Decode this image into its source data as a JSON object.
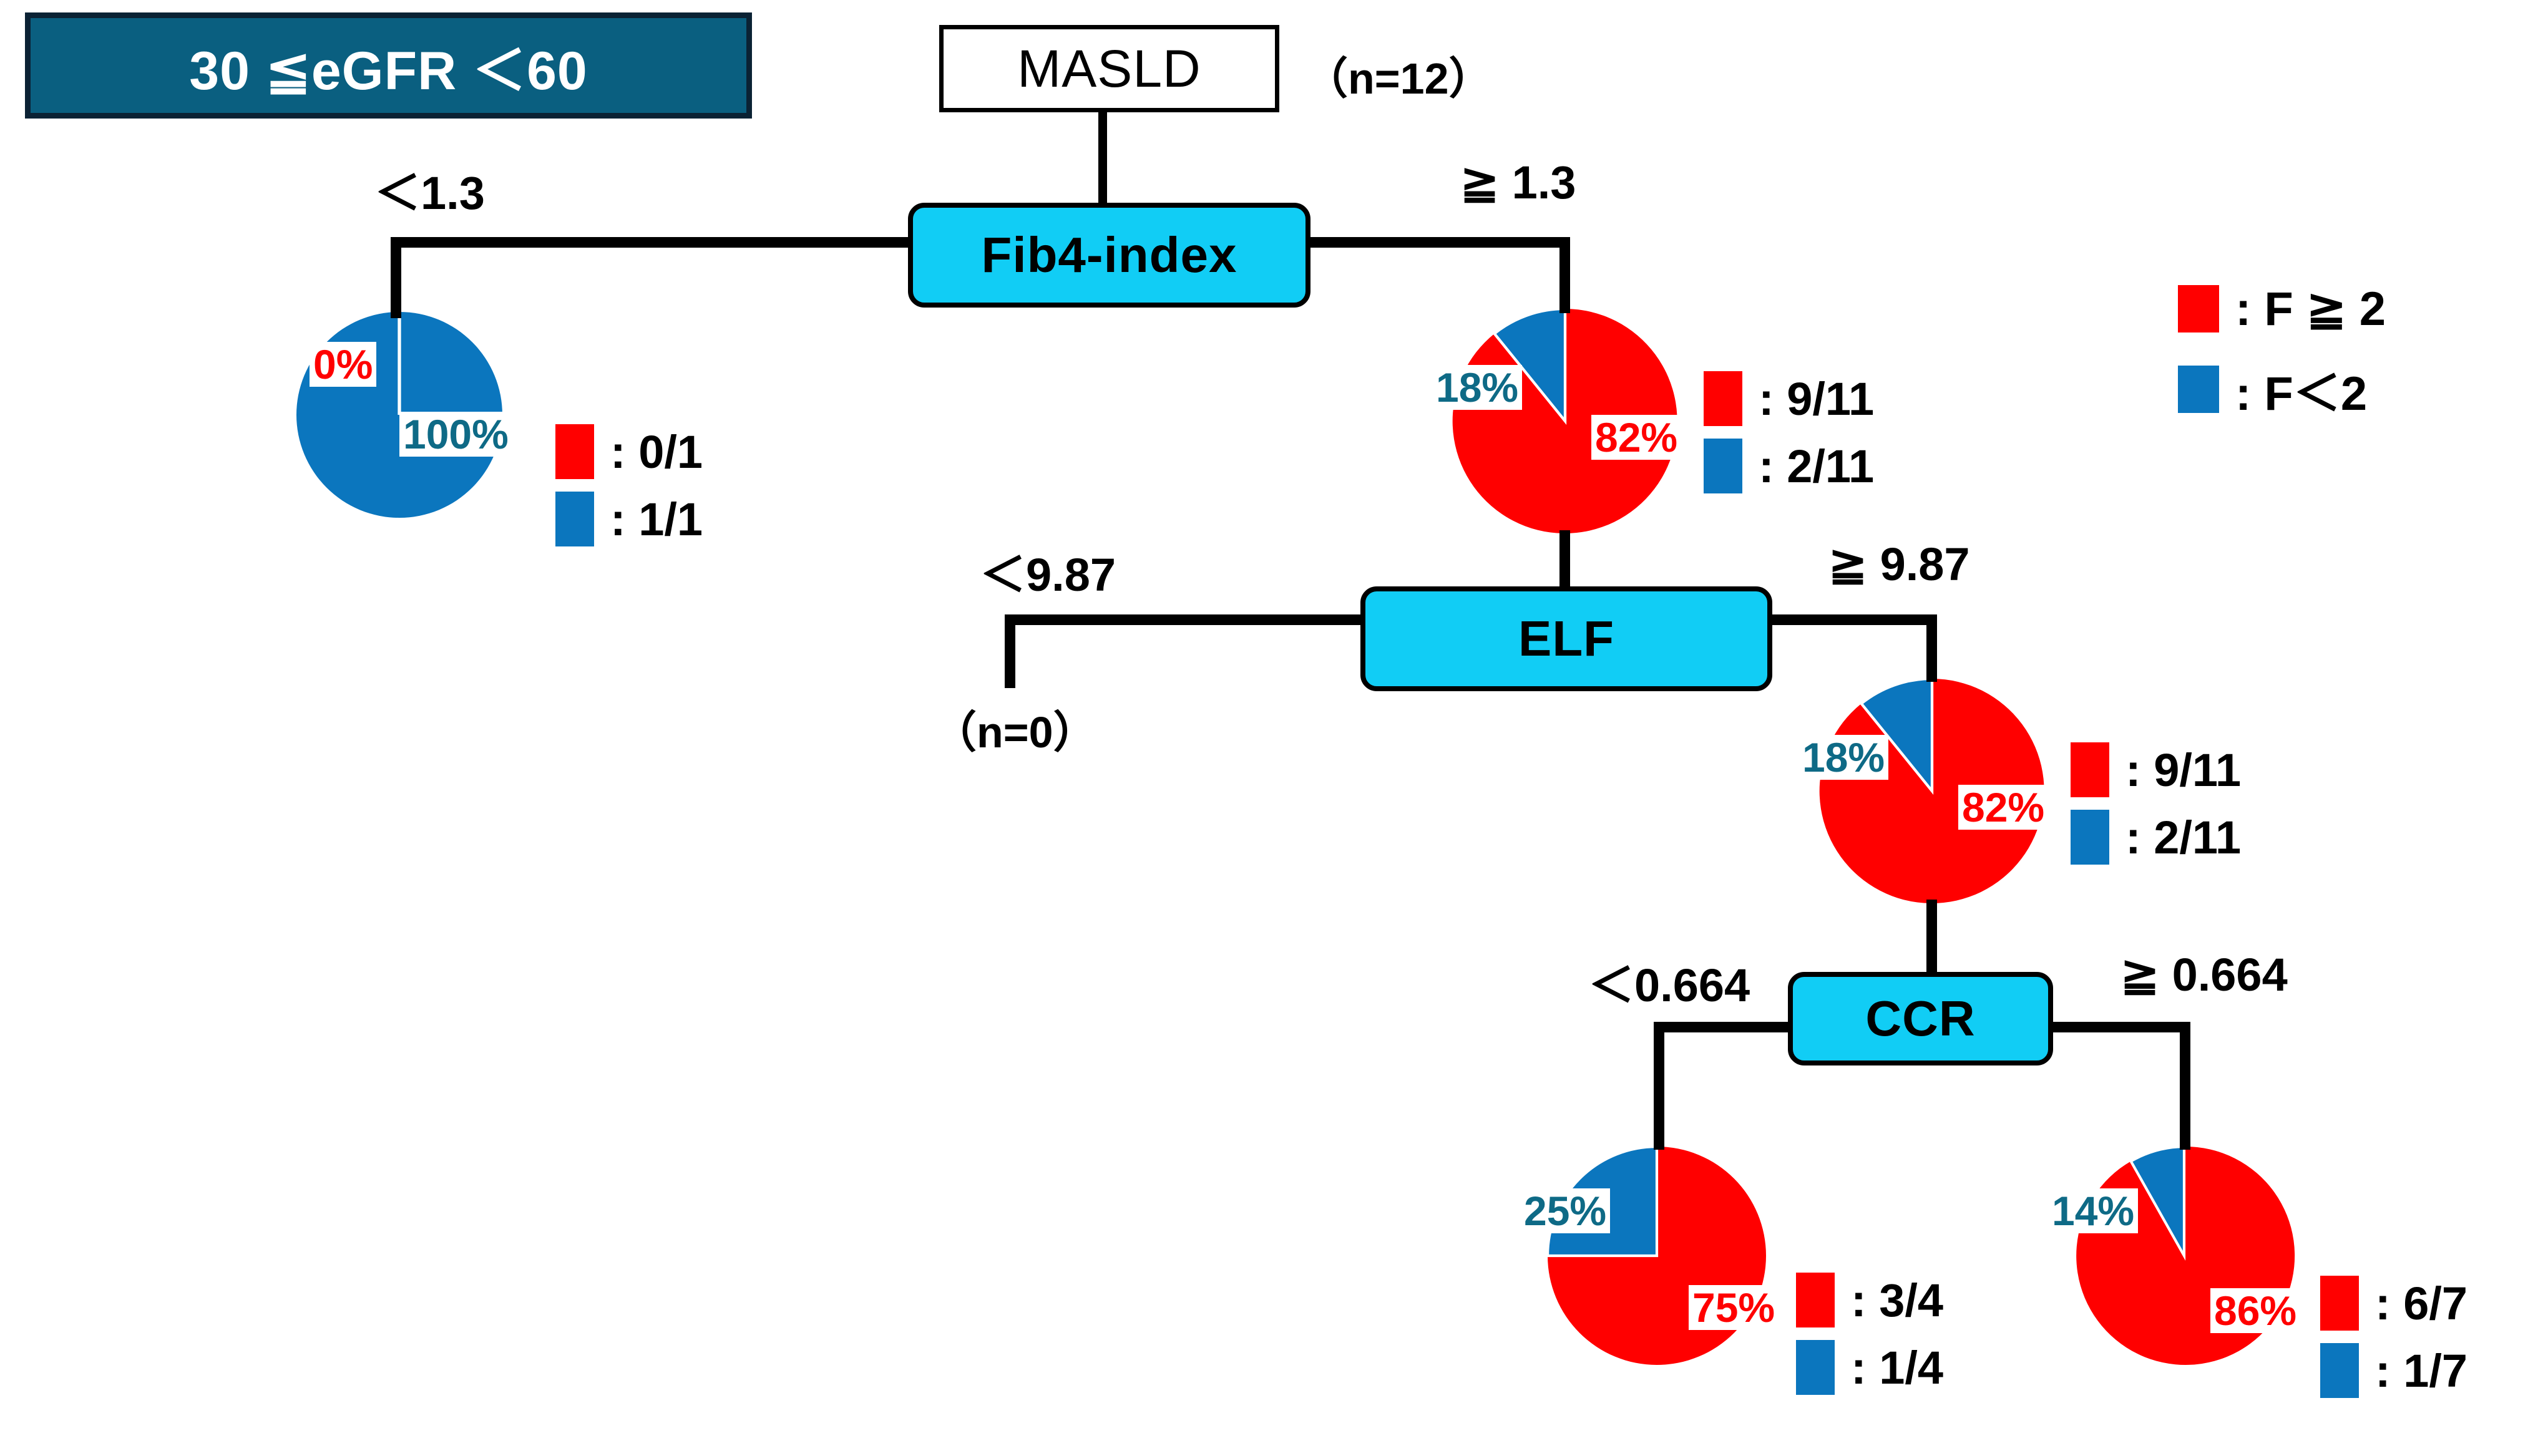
{
  "banner": {
    "label": "30 ≦eGFR ＜60",
    "bg_color": "#0A5F80",
    "border_color": "#0B2234",
    "text_color": "#FFFFFF"
  },
  "root": {
    "label": "MASLD",
    "count_label": "（n=12）"
  },
  "nodes": {
    "fib4": {
      "label": "Fib4-index"
    },
    "elf": {
      "label": "ELF"
    },
    "ccr": {
      "label": "CCR"
    }
  },
  "branch_labels": {
    "fib4_left": "＜1.3",
    "fib4_right": "≧ 1.3",
    "elf_left": "＜9.87",
    "elf_right": "≧ 9.87",
    "elf_left_count": "（n=0）",
    "ccr_left": "＜0.664",
    "ccr_right": "≧ 0.664"
  },
  "main_legend": {
    "items": [
      {
        "color": "#FF0000",
        "label": ": F ≧ 2"
      },
      {
        "color": "#0B76BE",
        "label": ": F＜2"
      }
    ]
  },
  "colors": {
    "red": "#FF0000",
    "blue": "#0B76BE",
    "node_cyan": "#11CDF5",
    "pct_blue_text": "#0E6A86",
    "line": "#000000"
  },
  "chart_data": [
    {
      "id": "pie-fib4-low",
      "type": "pie",
      "title": "Fib4-index ＜1.3",
      "labels": [
        "F ≧ 2",
        "F＜2"
      ],
      "values": [
        0,
        100
      ],
      "value_labels": [
        "0%",
        "100%"
      ],
      "colors": [
        "#FF0000",
        "#0B76BE"
      ],
      "legend": [
        ": 0/1",
        ": 1/1"
      ],
      "counts": [
        "0/1",
        "1/1"
      ],
      "n": 1
    },
    {
      "id": "pie-fib4-high",
      "type": "pie",
      "title": "Fib4-index ≧ 1.3",
      "labels": [
        "F ≧ 2",
        "F＜2"
      ],
      "values": [
        82,
        18
      ],
      "value_labels": [
        "82%",
        "18%"
      ],
      "colors": [
        "#FF0000",
        "#0B76BE"
      ],
      "legend": [
        ": 9/11",
        ": 2/11"
      ],
      "counts": [
        "9/11",
        "2/11"
      ],
      "n": 11
    },
    {
      "id": "pie-elf-high",
      "type": "pie",
      "title": "ELF ≧ 9.87",
      "labels": [
        "F ≧ 2",
        "F＜2"
      ],
      "values": [
        82,
        18
      ],
      "value_labels": [
        "82%",
        "18%"
      ],
      "colors": [
        "#FF0000",
        "#0B76BE"
      ],
      "legend": [
        ": 9/11",
        ": 2/11"
      ],
      "counts": [
        "9/11",
        "2/11"
      ],
      "n": 11
    },
    {
      "id": "pie-ccr-low",
      "type": "pie",
      "title": "CCR ＜0.664",
      "labels": [
        "F ≧ 2",
        "F＜2"
      ],
      "values": [
        75,
        25
      ],
      "value_labels": [
        "75%",
        "25%"
      ],
      "colors": [
        "#FF0000",
        "#0B76BE"
      ],
      "legend": [
        ": 3/4",
        ": 1/4"
      ],
      "counts": [
        "3/4",
        "1/4"
      ],
      "n": 4
    },
    {
      "id": "pie-ccr-high",
      "type": "pie",
      "title": "CCR ≧ 0.664",
      "labels": [
        "F ≧ 2",
        "F＜2"
      ],
      "values": [
        86,
        14
      ],
      "value_labels": [
        "86%",
        "14%"
      ],
      "colors": [
        "#FF0000",
        "#0B76BE"
      ],
      "legend": [
        ": 6/7",
        ": 1/7"
      ],
      "counts": [
        "6/7",
        "1/7"
      ],
      "n": 7
    }
  ]
}
